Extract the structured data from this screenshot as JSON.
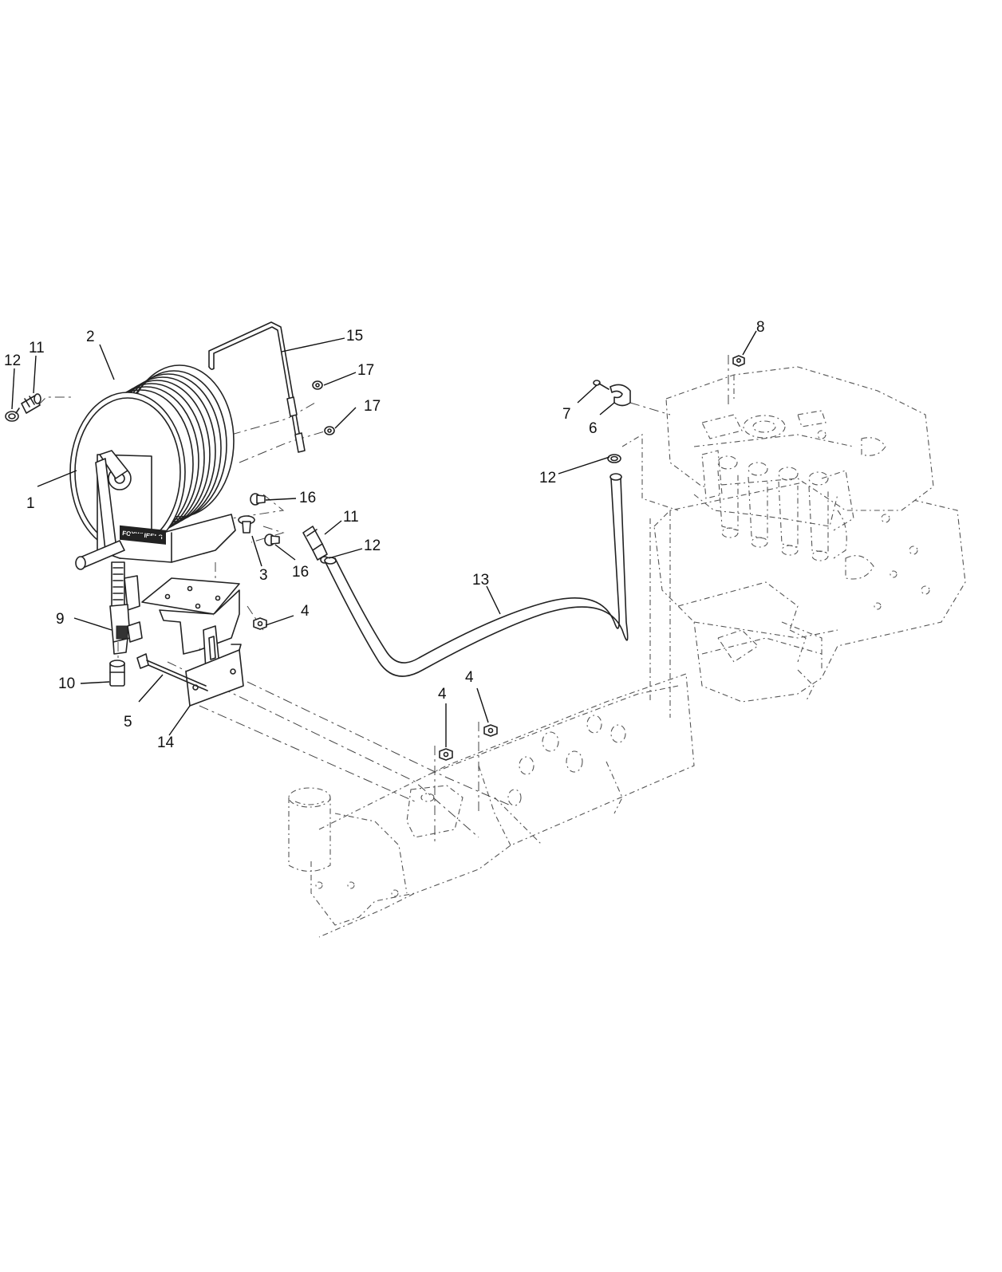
{
  "diagram": {
    "brand_text": "FOXWHEELS",
    "callouts": [
      {
        "id": "c1",
        "label": "1"
      },
      {
        "id": "c2",
        "label": "2"
      },
      {
        "id": "c3",
        "label": "3"
      },
      {
        "id": "c4a",
        "label": "4"
      },
      {
        "id": "c4b",
        "label": "4"
      },
      {
        "id": "c4c",
        "label": "4"
      },
      {
        "id": "c5",
        "label": "5"
      },
      {
        "id": "c6",
        "label": "6"
      },
      {
        "id": "c7",
        "label": "7"
      },
      {
        "id": "c8",
        "label": "8"
      },
      {
        "id": "c9",
        "label": "9"
      },
      {
        "id": "c10",
        "label": "10"
      },
      {
        "id": "c11a",
        "label": "11"
      },
      {
        "id": "c11b",
        "label": "11"
      },
      {
        "id": "c12a",
        "label": "12"
      },
      {
        "id": "c12b",
        "label": "12"
      },
      {
        "id": "c12c",
        "label": "12"
      },
      {
        "id": "c13",
        "label": "13"
      },
      {
        "id": "c14",
        "label": "14"
      },
      {
        "id": "c15",
        "label": "15"
      },
      {
        "id": "c16a",
        "label": "16"
      },
      {
        "id": "c16b",
        "label": "16"
      },
      {
        "id": "c17a",
        "label": "17"
      },
      {
        "id": "c17b",
        "label": "17"
      }
    ]
  }
}
